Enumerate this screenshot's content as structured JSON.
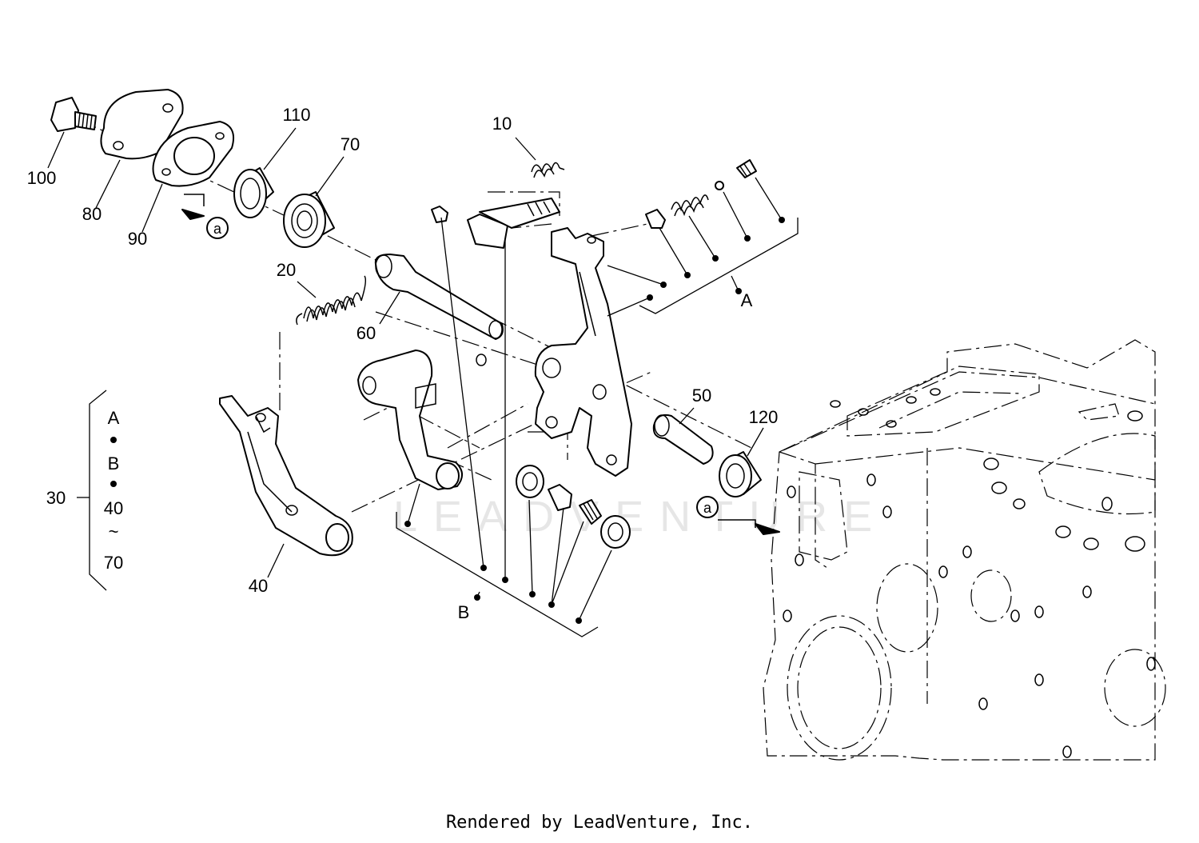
{
  "diagram": {
    "watermark": "LEADVENTURE",
    "callouts": {
      "c10": "10",
      "c20": "20",
      "c30": "30",
      "c40": "40",
      "c50": "50",
      "c60": "60",
      "c70": "70",
      "c80": "80",
      "c90": "90",
      "c100": "100",
      "c110": "110",
      "c120": "120"
    },
    "group_labels": {
      "A": "A",
      "B": "B"
    },
    "ref_markers": {
      "a1": "a",
      "a2": "a"
    },
    "kit_bracket": {
      "line1": "A",
      "line2": "B",
      "line3": "40",
      "line4": "~",
      "line5": "70"
    }
  },
  "footer": {
    "text": "Rendered by LeadVenture, Inc."
  }
}
